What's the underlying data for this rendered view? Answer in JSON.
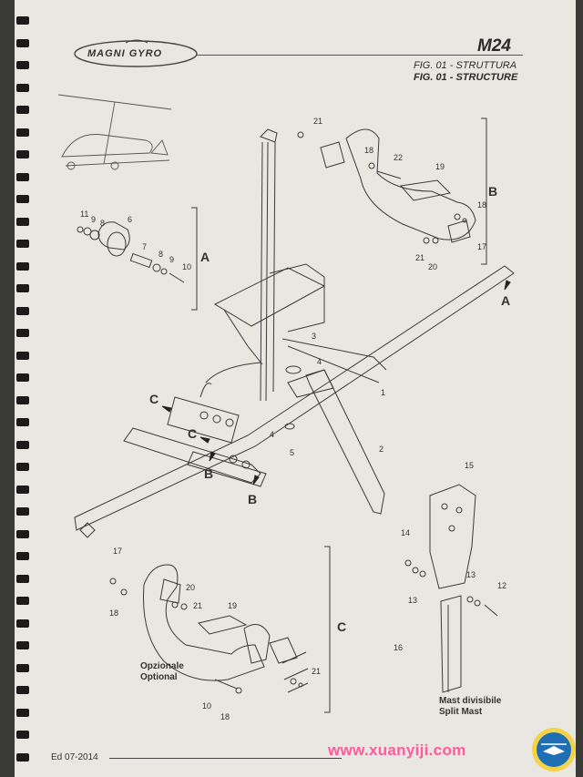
{
  "header": {
    "brand_logo_text": "MAGNI GYRO",
    "model": "M24",
    "figure_it": "FIG. 01 - STRUTTURA",
    "figure_en": "FIG. 01 - STRUCTURE"
  },
  "part_numbers": [
    "21",
    "18",
    "22",
    "19",
    "18",
    "17",
    "21",
    "20",
    "11",
    "9",
    "8",
    "6",
    "7",
    "8",
    "9",
    "10",
    "3",
    "4",
    "1",
    "2",
    "4",
    "5",
    "15",
    "14",
    "13",
    "13",
    "12",
    "17",
    "18",
    "20",
    "21",
    "19",
    "21",
    "10",
    "18",
    "16"
  ],
  "section_letters": [
    "A",
    "B",
    "A",
    "C",
    "C",
    "B",
    "B",
    "C"
  ],
  "notes": {
    "optional_it": "Opzionale",
    "optional_en": "Optional",
    "mast_it": "Mast divisibile",
    "mast_en": "Split Mast"
  },
  "footer": {
    "edition": "Ed 07-2014",
    "watermark": "www.xuanyiji.com"
  },
  "colors": {
    "paper": "#e9e7e1",
    "ink": "#3a3a3a",
    "watermark": "#ff5a9a",
    "badge": "#1f6fb4"
  }
}
